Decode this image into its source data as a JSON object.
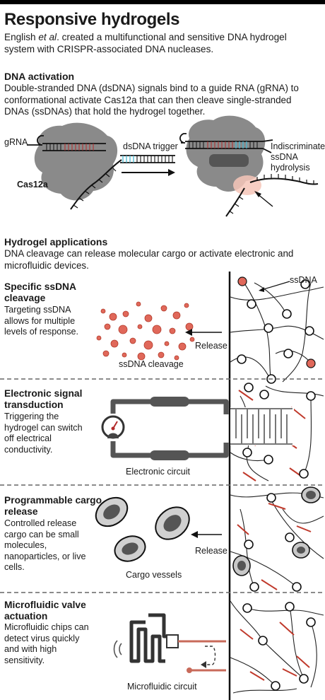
{
  "header": {
    "title": "Responsive hydrogels",
    "lede_prefix": "English ",
    "lede_italic": "et al",
    "lede_suffix": ". created a multifunctional and sensitive DNA hydrogel system with CRISPR-associated DNA nucleases."
  },
  "activation": {
    "heading": "DNA activation",
    "text": "Double-stranded DNA (dsDNA) signals bind to a guide RNA (gRNA) to conformational activate Cas12a that can then cleave single-stranded DNAs (ssDNAs) that hold the hydrogel together.",
    "grna_label": "gRNA",
    "cas_label": "Cas12a",
    "trigger_label": "dsDNA trigger",
    "hydrolysis_label": "Indiscriminate ssDNA hydrolysis"
  },
  "applications": {
    "heading": "Hydrogel applications",
    "text": "DNA cleavage can release molecular cargo or activate electronic and microfluidic devices.",
    "ssdna_label": "ssDNA"
  },
  "sections": [
    {
      "title": "Specific ssDNA cleavage",
      "desc": "Targeting ssDNA allows for multiple levels of response.",
      "arrow_label": "Release",
      "caption": "ssDNA cleavage"
    },
    {
      "title": "Electronic signal transduction",
      "desc": "Triggering the hydrogel can switch off electrical conductivity.",
      "caption": "Electronic circuit"
    },
    {
      "title": "Programmable cargo release",
      "desc": "Controlled release cargo can be small molecules, nanoparticles, or live cells.",
      "arrow_label": "Release",
      "caption": "Cargo vessels"
    },
    {
      "title": "Microfluidic valve actuation",
      "desc": "Microfluidic chips can detect virus quickly and with high sensitivity.",
      "caption": "Microfluidic circuit"
    }
  ],
  "colors": {
    "accent_red": "#e0685a",
    "dark_red": "#b22a2a",
    "protein_gray": "#8a8a8a",
    "cyan": "#47b8d0",
    "peach": "#f6c6b8"
  }
}
